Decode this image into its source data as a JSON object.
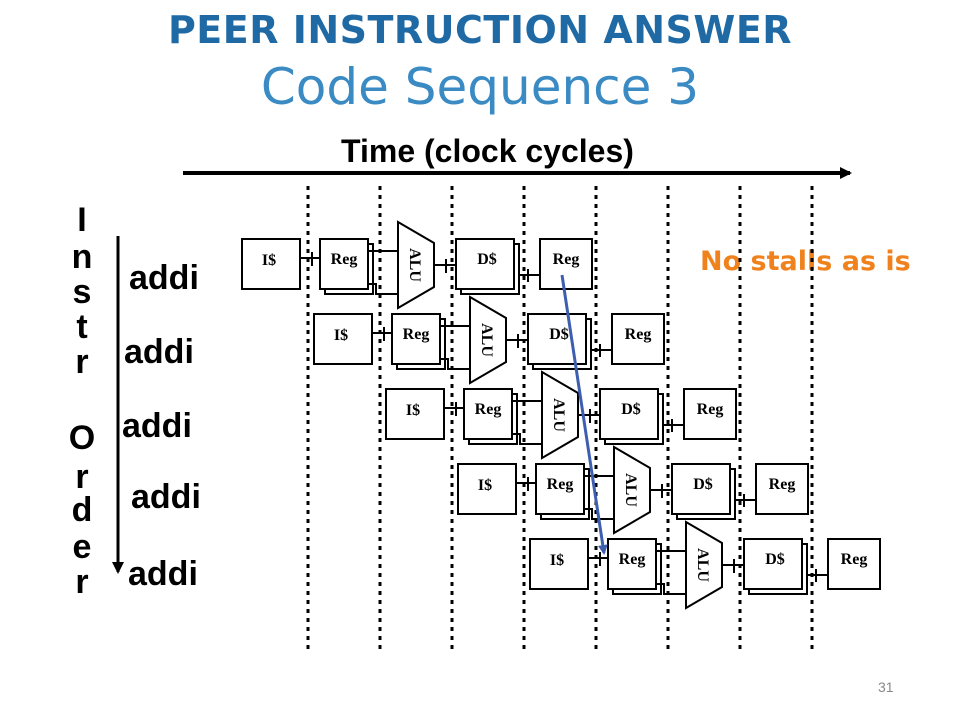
{
  "title": "PEER INSTRUCTION ANSWER",
  "subtitle": "Code Sequence 3",
  "time_axis_label": "Time (clock cycles)",
  "order_label": [
    "I",
    "n",
    "s",
    "t",
    "r",
    "O",
    "r",
    "d",
    "e",
    "r"
  ],
  "instructions": [
    "addi",
    "addi",
    "addi",
    "addi",
    "addi"
  ],
  "stages": {
    "ifetch": "I$",
    "decode": "Reg",
    "execute": "ALU",
    "memory": "D$",
    "writeback": "Reg"
  },
  "annotation": "No stalls as is",
  "page_number": "31",
  "colors": {
    "title": "#1F6AA5",
    "subtitle": "#3A8AC4",
    "annotation": "#F0821E",
    "forward_arrow": "#3E5FB0",
    "page_number": "#888888"
  }
}
